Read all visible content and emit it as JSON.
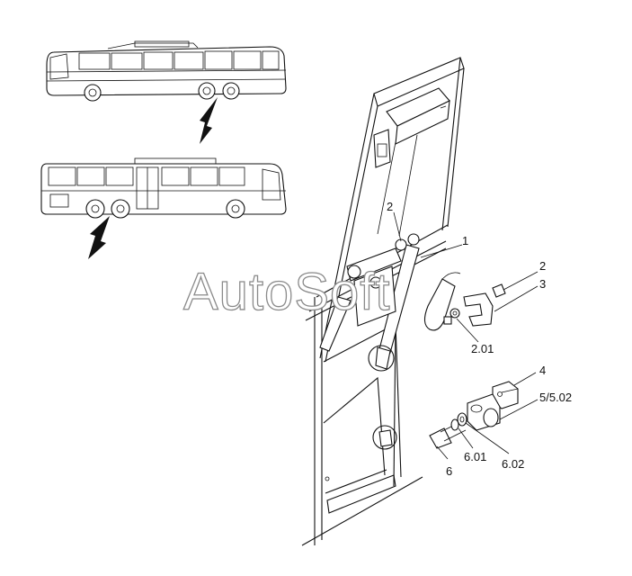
{
  "watermark": "AutoSoft",
  "callouts": {
    "c2_top": "2",
    "c1": "1",
    "c2_right": "2",
    "c3": "3",
    "c2_01": "2.01",
    "c4": "4",
    "c5": "5/5.02",
    "c6": "6",
    "c6_01": "6.01",
    "c6_02": "6.02"
  }
}
